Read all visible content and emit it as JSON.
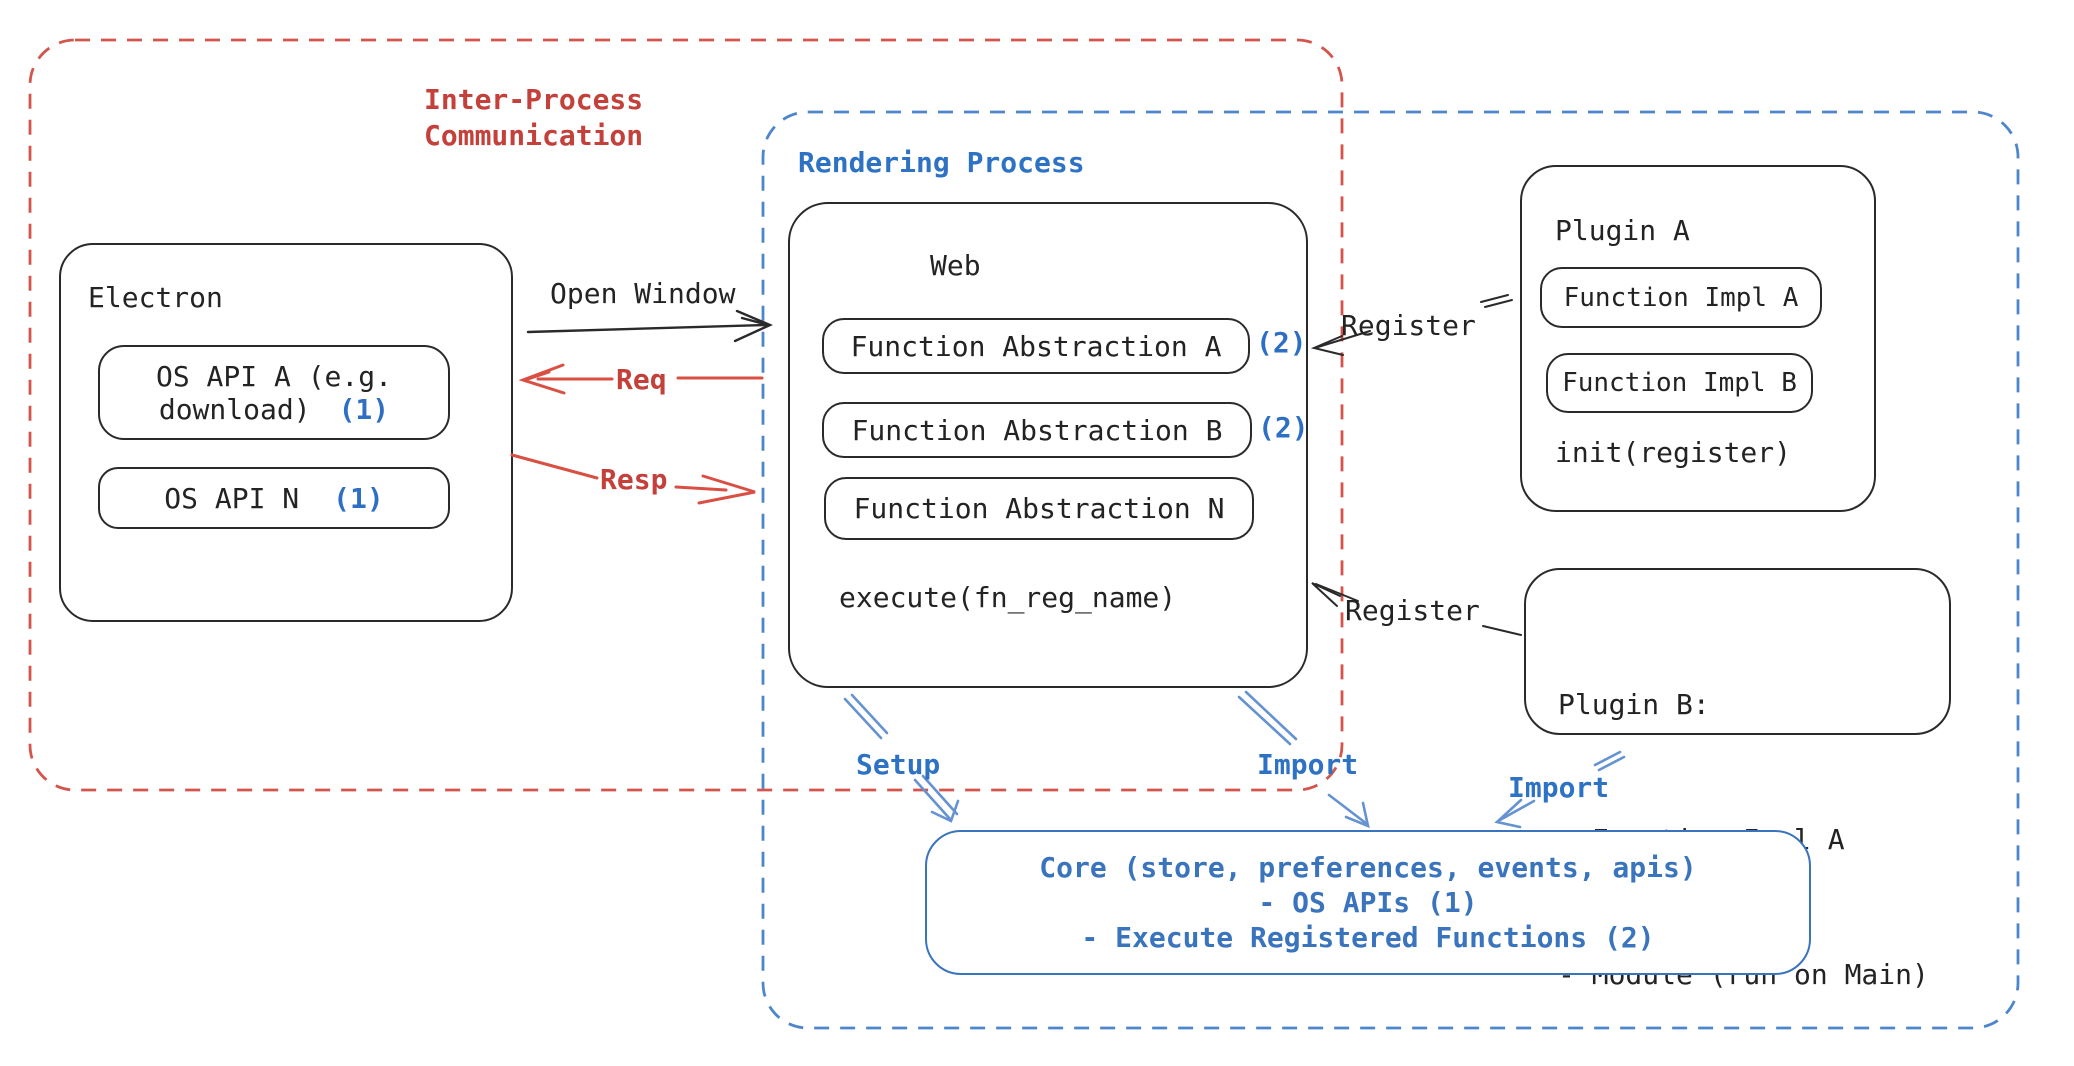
{
  "ipc": {
    "label": "Inter-Process\nCommunication"
  },
  "rendering": {
    "label": "Rendering Process"
  },
  "electron": {
    "title": "Electron",
    "os_api_a": {
      "line1": "OS API A (e.g.",
      "line2": "download)",
      "badge": "(1)"
    },
    "os_api_n": {
      "label": "OS API N",
      "badge": "(1)"
    }
  },
  "web": {
    "title": "Web",
    "items": [
      {
        "label": "Function Abstraction A",
        "badge": "(2)"
      },
      {
        "label": "Function Abstraction B",
        "badge": "(2)"
      },
      {
        "label": "Function Abstraction N",
        "badge": ""
      }
    ],
    "execute": "execute(fn_reg_name)"
  },
  "plugin_a": {
    "title": "Plugin A",
    "impl_a": "Function Impl A",
    "impl_b": "Function Impl B",
    "init": "init(register)"
  },
  "plugin_b": {
    "title": "Plugin B:",
    "bullet1": "- Function Impl A",
    "bullet2": "- Module (run on Main)"
  },
  "core": {
    "line1": "Core (store, preferences, events, apis)",
    "line2": "- OS APIs (1)",
    "line3": "- Execute Registered Functions (2)"
  },
  "arrows": {
    "open_window": "Open Window",
    "req": "Req",
    "resp": "Resp",
    "register_top": "Register",
    "register_bottom": "Register",
    "setup": "Setup",
    "import_web": "Import",
    "import_plugin": "Import"
  },
  "colors": {
    "red_text": "#c4403a",
    "red_dash": "#d4554c",
    "red_arrow": "#d94f43",
    "blue_text": "#2e72c4",
    "blue_dash": "#4e86cc",
    "blue_arrow": "#6592d0",
    "core_blue": "#3a74bc",
    "black": "#2a2a2a"
  }
}
